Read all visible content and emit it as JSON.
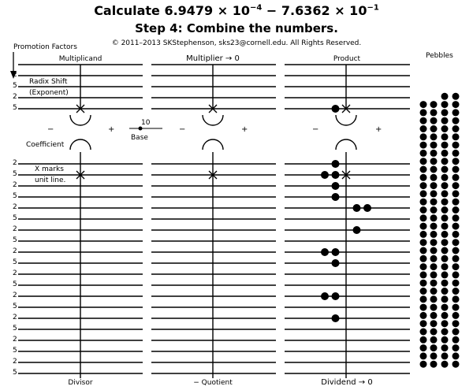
{
  "title": {
    "prefix": "Calculate 6.9479 × 10",
    "exp1": "−4",
    "middle": " − 7.6362 × 10",
    "exp2": "−1"
  },
  "step": "Step 4: Combine the numbers.",
  "copyright": "© 2011–2013 SKStephenson, sks23@cornell.edu. All Rights Reserved.",
  "promotion_label": "Promotion Factors",
  "pebbles_label": "Pebbles",
  "columns": {
    "multiplicand": "Multiplicand",
    "multiplier": "Multiplier → 0",
    "product": "Product",
    "divisor": "Divisor",
    "quotient": "− Quotient",
    "dividend": "Dividend → 0"
  },
  "annotations": {
    "radix_shift": "Radix Shift",
    "exponent": "(Exponent)",
    "coefficient": "Coefficient",
    "x_marks": "X marks",
    "unit_line": "unit line.",
    "base_value": "10",
    "base_label": "Base",
    "minus": "−",
    "plus": "+"
  },
  "exponent_factors": [
    "2",
    "5",
    "2",
    "5"
  ],
  "coefficient_factors": [
    "2",
    "5",
    "2",
    "5",
    "2",
    "5",
    "2",
    "5",
    "2",
    "5",
    "2",
    "5",
    "2",
    "5",
    "2",
    "5",
    "2",
    "5",
    "2",
    "5"
  ],
  "exponent_pebbles": {
    "multiplicand": [],
    "multiplier": [],
    "product": [
      {
        "row": 3,
        "col": -1
      }
    ]
  },
  "coefficient_pebbles": {
    "multiplicand": [],
    "multiplier": [],
    "product": [
      {
        "row": 0,
        "col": -1
      },
      {
        "row": 1,
        "col": -2
      },
      {
        "row": 1,
        "col": -1
      },
      {
        "row": 2,
        "col": -1
      },
      {
        "row": 3,
        "col": -1
      },
      {
        "row": 4,
        "col": 1
      },
      {
        "row": 4,
        "col": 2
      },
      {
        "row": 6,
        "col": 1
      },
      {
        "row": 8,
        "col": -2
      },
      {
        "row": 8,
        "col": -1
      },
      {
        "row": 9,
        "col": -1
      },
      {
        "row": 12,
        "col": -2
      },
      {
        "row": 12,
        "col": -1
      },
      {
        "row": 14,
        "col": -1
      }
    ]
  },
  "pebble_counts": [
    0,
    2,
    4,
    4,
    4,
    4,
    4,
    4,
    4,
    4,
    4,
    4,
    4,
    4,
    4,
    4,
    4,
    4,
    4,
    4,
    4,
    4,
    4,
    4,
    4,
    4,
    4,
    4,
    4,
    4,
    4,
    4,
    4,
    4,
    4
  ]
}
